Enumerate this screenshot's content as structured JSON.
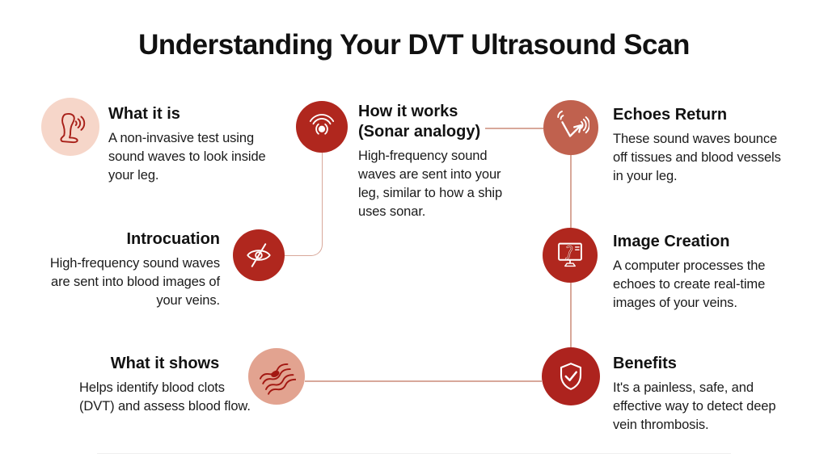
{
  "title": "Understanding Your DVT Ultrasound Scan",
  "colors": {
    "background": "#ffffff",
    "title_text": "#111111",
    "body_text": "#1b1b1b",
    "dark_red": "#b0271e",
    "terracotta": "#c0614e",
    "light_pink": "#f6d6c9",
    "salmon": "#e2a390",
    "connector_line": "#d8a89a",
    "icon_red_stroke": "#a81f18"
  },
  "sections": [
    {
      "id": "what-it-is",
      "heading": "What it is",
      "body": "A non-invasive test using sound waves to look inside your leg.",
      "icon": "leg-sound-waves-icon",
      "circle_color": "#f6d6c9"
    },
    {
      "id": "how-it-works",
      "heading": "How it works",
      "subheading": "(Sonar analogy)",
      "body": "High-frequency sound waves are sent into your leg, similar to how a ship uses sonar.",
      "icon": "sonar-ping-icon",
      "circle_color": "#b0271e"
    },
    {
      "id": "echoes-return",
      "heading": "Echoes Return",
      "body": "These sound waves bounce off tissues and blood vessels in your leg.",
      "icon": "echo-bounce-arrow-icon",
      "circle_color": "#c0614e"
    },
    {
      "id": "introcuation",
      "heading": "Introcuation",
      "body": "High-frequency sound waves are sent into blood images of your veins.",
      "icon": "eye-slash-icon",
      "circle_color": "#b0271e"
    },
    {
      "id": "image-creation",
      "heading": "Image Creation",
      "body": "A computer processes the echoes to create real-time images of your veins.",
      "icon": "monitor-leg-scan-icon",
      "circle_color": "#b0271e"
    },
    {
      "id": "what-it-shows",
      "heading": "What it shows",
      "body": "Helps identify blood clots (DVT) and assess blood flow.",
      "icon": "blood-vessel-clot-icon",
      "circle_color": "#e2a390"
    },
    {
      "id": "benefits",
      "heading": "Benefits",
      "body": "It's a painless, safe, and effective way to detect deep vein thrombosis.",
      "icon": "shield-check-icon",
      "circle_color": "#ad231e"
    }
  ]
}
